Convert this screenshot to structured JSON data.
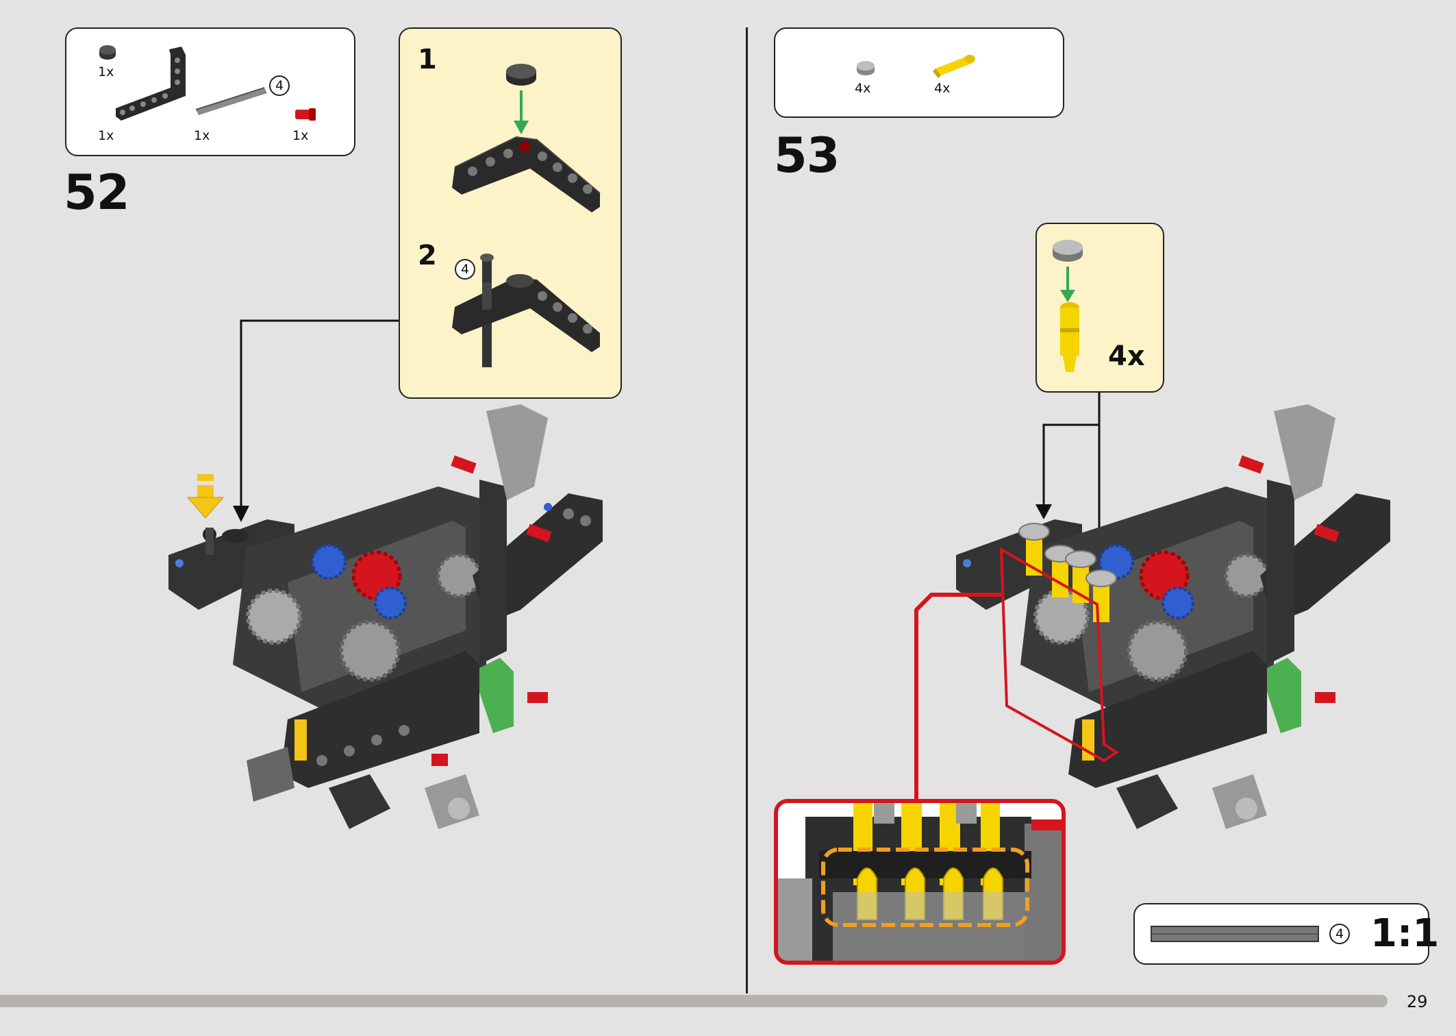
{
  "page_number": "29",
  "steps": [
    {
      "number": "52",
      "parts": [
        {
          "name": "round-tile-dark-grey",
          "qty": "1x"
        },
        {
          "name": "l-beam-black",
          "qty": "1x"
        },
        {
          "name": "axle-grey",
          "qty": "1x",
          "length": "4"
        },
        {
          "name": "axle-pin-red",
          "qty": "1x"
        }
      ],
      "substeps": [
        {
          "number": "1"
        },
        {
          "number": "2",
          "axle_length": "4"
        }
      ]
    },
    {
      "number": "53",
      "parts": [
        {
          "name": "round-tile-light-grey",
          "qty": "4x"
        },
        {
          "name": "pin-yellow",
          "qty": "4x"
        }
      ],
      "callout_multiplier": "4x"
    }
  ],
  "scale_check": {
    "axle_length": "4",
    "ratio": "1:1"
  },
  "colors": {
    "background": "#e3e3e3",
    "callout": "#fdf3c8",
    "highlight_red": "#d4151e",
    "highlight_orange": "#f0a020",
    "arrow_green": "#36a852"
  }
}
